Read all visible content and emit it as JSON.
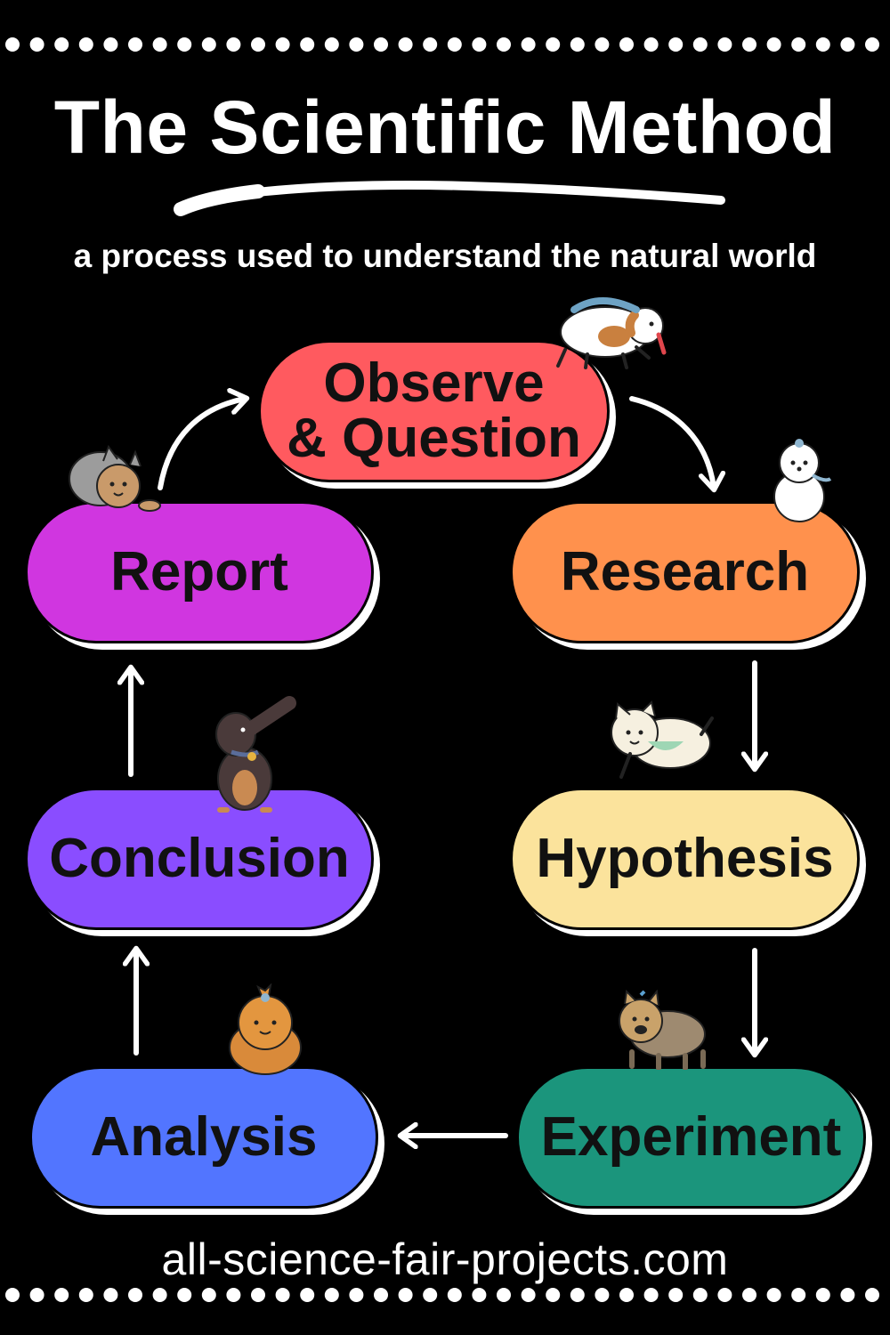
{
  "title": "The Scientific Method",
  "subtitle": "a process used to understand the natural world",
  "steps": [
    {
      "label": "Observe\n& Question",
      "color": "#ff5a5f"
    },
    {
      "label": "Research",
      "color": "#ff914d"
    },
    {
      "label": "Hypothesis",
      "color": "#fbe39c"
    },
    {
      "label": "Experiment",
      "color": "#1b957c"
    },
    {
      "label": "Analysis",
      "color": "#5275ff"
    },
    {
      "label": "Conclusion",
      "color": "#8a4dff"
    },
    {
      "label": "Report",
      "color": "#d036e0"
    }
  ],
  "footer": "all-science-fair-projects.com"
}
